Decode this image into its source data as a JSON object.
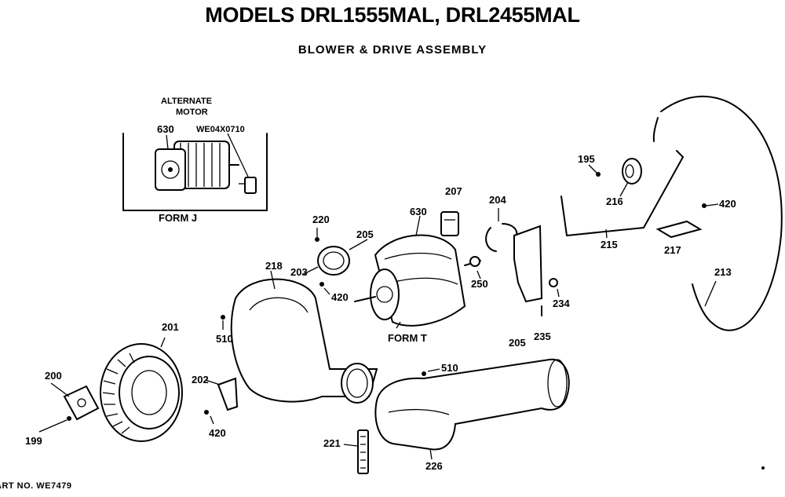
{
  "header": {
    "title": "MODELS DRL1555MAL, DRL2455MAL",
    "subtitle": "BLOWER & DRIVE ASSEMBLY"
  },
  "inset": {
    "heading_line1": "ALTERNATE",
    "heading_line2": "MOTOR",
    "motor_part": "630",
    "motor_code": "WE04X0710",
    "form_label": "FORM J"
  },
  "parts": {
    "p195": "195",
    "p216": "216",
    "p420_top": "420",
    "p207": "207",
    "p204": "204",
    "p220": "220",
    "p205_top": "205",
    "p630": "630",
    "p215": "215",
    "p217": "217",
    "p213": "213",
    "p218": "218",
    "p203": "203",
    "p420_mid": "420",
    "p250": "250",
    "p234": "234",
    "p201": "201",
    "p510_left": "510",
    "form_t": "FORM T",
    "p205_bottom": "205",
    "p235": "235",
    "p200": "200",
    "p202": "202",
    "p510_right": "510",
    "p199": "199",
    "p420_bottom": "420",
    "p221": "221",
    "p226": "226"
  },
  "footer": {
    "part_number": "ART NO. WE7479"
  }
}
